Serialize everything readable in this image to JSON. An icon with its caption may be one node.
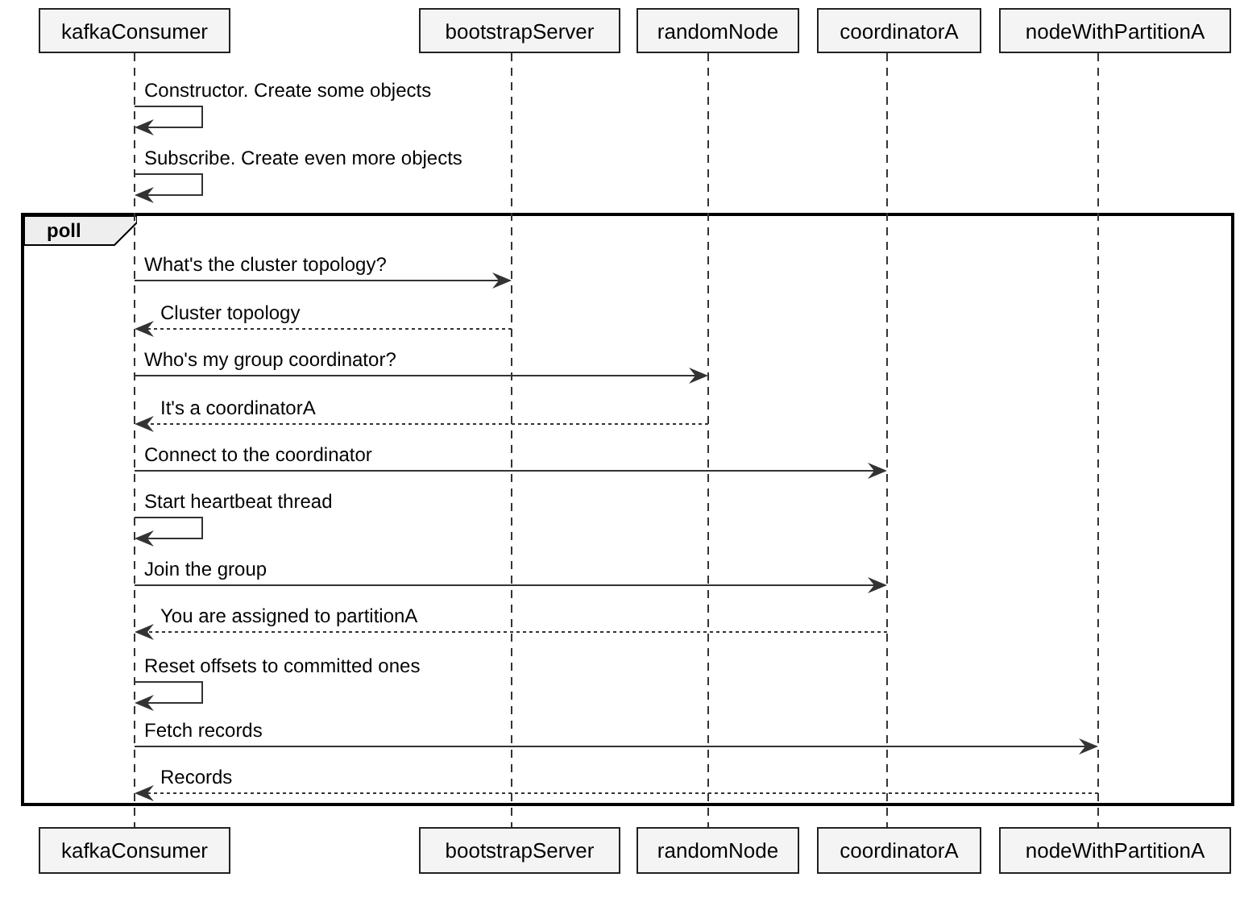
{
  "diagram": {
    "nodes": [
      {
        "text": [
          "kafkaConsumer"
        ]
      },
      {
        "text": [
          "bootstrapServer"
        ]
      },
      {
        "text": [
          "randomNode"
        ]
      },
      {
        "text": [
          "coordinatorA"
        ]
      },
      {
        "text": [
          "nodeWithPartitionA"
        ]
      },
      {
        "text": [],
        "shape": "line"
      },
      {
        "text": [],
        "shape": "line"
      },
      {
        "text": [],
        "shape": "line"
      },
      {
        "text": [],
        "shape": "line"
      },
      {
        "text": [],
        "shape": "line"
      },
      {
        "text": [
          "poll"
        ]
      },
      {
        "text": [
          "kafkaConsumer"
        ]
      },
      {
        "text": [
          "bootstrapServer"
        ]
      },
      {
        "text": [
          "randomNode"
        ]
      },
      {
        "text": [
          "coordinatorA"
        ]
      },
      {
        "text": [
          "nodeWithPartitionA"
        ]
      }
    ],
    "edges": [
      {
        "from": 5,
        "to": 5,
        "arrow": "to",
        "label": "Constructor. Create some objects"
      },
      {
        "from": 5,
        "to": 5,
        "arrow": "to",
        "label": "Subscribe. Create even more objects"
      },
      {
        "from": 5,
        "to": 6,
        "arrow": "to",
        "label": "What's the cluster topology?"
      },
      {
        "from": 6,
        "to": 5,
        "arrow": "to",
        "label": "Cluster topology",
        "style": "dashed"
      },
      {
        "from": 5,
        "to": 7,
        "arrow": "to",
        "label": "Who's my group coordinator?"
      },
      {
        "from": 7,
        "to": 5,
        "arrow": "to",
        "label": "It's a coordinatorA",
        "style": "dashed"
      },
      {
        "from": 5,
        "to": 8,
        "arrow": "to",
        "label": "Connect to the coordinator"
      },
      {
        "from": 5,
        "to": 5,
        "arrow": "to",
        "label": "Start heartbeat thread"
      },
      {
        "from": 5,
        "to": 8,
        "arrow": "to",
        "label": "Join the group"
      },
      {
        "from": 8,
        "to": 5,
        "arrow": "to",
        "label": "You are assigned to partitionA",
        "style": "dashed"
      },
      {
        "from": 5,
        "to": 5,
        "arrow": "to",
        "label": "Reset offsets to committed ones"
      },
      {
        "from": 5,
        "to": 9,
        "arrow": "to",
        "label": "Fetch records"
      },
      {
        "from": 9,
        "to": 5,
        "arrow": "to",
        "label": "Records",
        "style": "dashed"
      }
    ]
  }
}
